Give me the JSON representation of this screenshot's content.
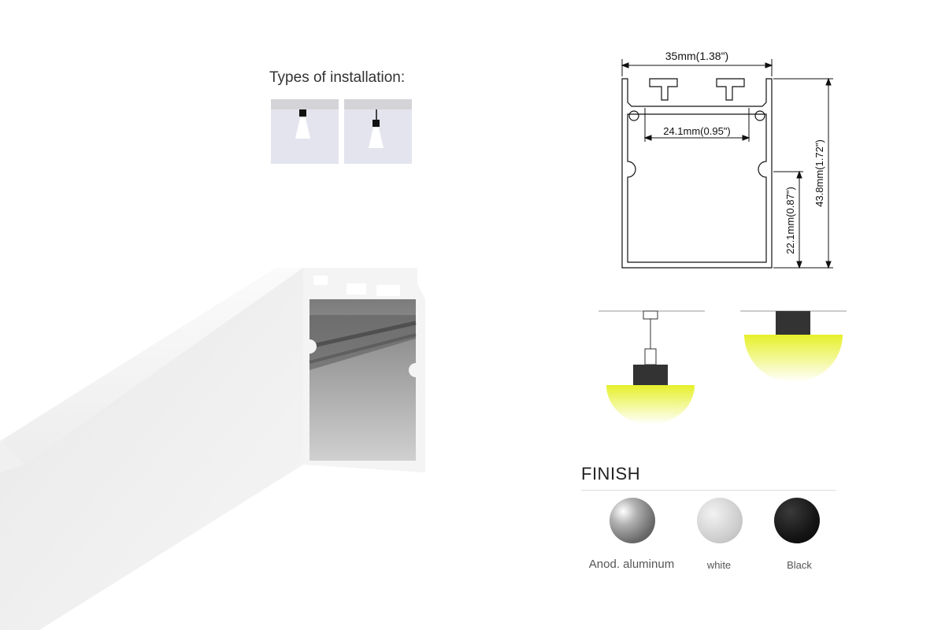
{
  "installation": {
    "title": "Types of installation:",
    "options": [
      "recessed-icon",
      "suspended-icon"
    ]
  },
  "dimensions": {
    "width": "35mm(1.38\")",
    "inner_width": "24.1mm(0.95\")",
    "height": "43.8mm(1.72\")",
    "lower_height": "22.1mm(0.87\")"
  },
  "finish": {
    "title": "FINISH",
    "options": [
      {
        "label": "Anod. aluminum",
        "color": "#8a8a8a"
      },
      {
        "label": "white",
        "color": "#d8d8d8"
      },
      {
        "label": "Black",
        "color": "#141414"
      }
    ]
  },
  "colors": {
    "diffuser_light": "#e6f02a",
    "profile": "#f2f2f2"
  }
}
